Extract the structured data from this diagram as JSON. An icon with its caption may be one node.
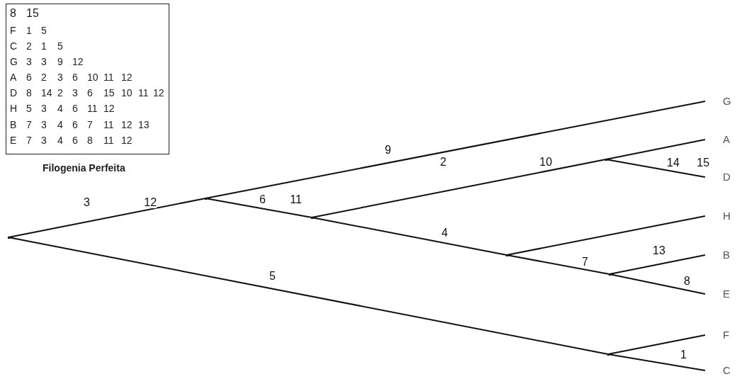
{
  "diagram": {
    "nodes": [
      {
        "text": [],
        "shape": "point"
      },
      {
        "text": [],
        "shape": "point"
      },
      {
        "text": [
          "G"
        ]
      },
      {
        "text": [],
        "shape": "point"
      },
      {
        "text": [],
        "shape": "point"
      },
      {
        "text": [
          "A"
        ]
      },
      {
        "text": [
          "D"
        ]
      },
      {
        "text": [],
        "shape": "point"
      },
      {
        "text": [
          "H"
        ]
      },
      {
        "text": [],
        "shape": "point"
      },
      {
        "text": [
          "B"
        ]
      },
      {
        "text": [
          "E"
        ]
      },
      {
        "text": [],
        "shape": "point"
      },
      {
        "text": [
          "F"
        ]
      },
      {
        "text": [
          "C"
        ]
      }
    ],
    "edges": [
      {
        "from": 0,
        "to": 1,
        "arrow": "none",
        "label": "3 12"
      },
      {
        "from": 0,
        "to": 12,
        "arrow": "none",
        "label": "5"
      },
      {
        "from": 1,
        "to": 2,
        "arrow": "none",
        "label": "9"
      },
      {
        "from": 1,
        "to": 3,
        "arrow": "none",
        "label": "6 11"
      },
      {
        "from": 3,
        "to": 4,
        "arrow": "none",
        "label": "2 10"
      },
      {
        "from": 3,
        "to": 7,
        "arrow": "none",
        "label": "4"
      },
      {
        "from": 4,
        "to": 5,
        "arrow": "none"
      },
      {
        "from": 4,
        "to": 6,
        "arrow": "none",
        "label": "14 15"
      },
      {
        "from": 7,
        "to": 8,
        "arrow": "none"
      },
      {
        "from": 7,
        "to": 9,
        "arrow": "none",
        "label": "7"
      },
      {
        "from": 9,
        "to": 10,
        "arrow": "none",
        "label": "13"
      },
      {
        "from": 9,
        "to": 11,
        "arrow": "none",
        "label": "8"
      },
      {
        "from": 12,
        "to": 13,
        "arrow": "none"
      },
      {
        "from": 12,
        "to": 14,
        "arrow": "none",
        "label": "1"
      }
    ],
    "labels": [
      "8",
      "15",
      "F",
      "1",
      "5",
      "C",
      "2",
      "1",
      "5",
      "G",
      "3",
      "3",
      "9",
      "12",
      "A",
      "6",
      "2",
      "3",
      "6",
      "10",
      "11",
      "12",
      "D",
      "8",
      "14",
      "2",
      "3",
      "6",
      "15",
      "10",
      "11",
      "12",
      "H",
      "5",
      "3",
      "4",
      "6",
      "11",
      "12",
      "B",
      "7",
      "3",
      "4",
      "6",
      "7",
      "11",
      "12",
      "13",
      "E",
      "7",
      "3",
      "4",
      "6",
      "8",
      "11",
      "12",
      "Filogenia Perfeita"
    ]
  }
}
